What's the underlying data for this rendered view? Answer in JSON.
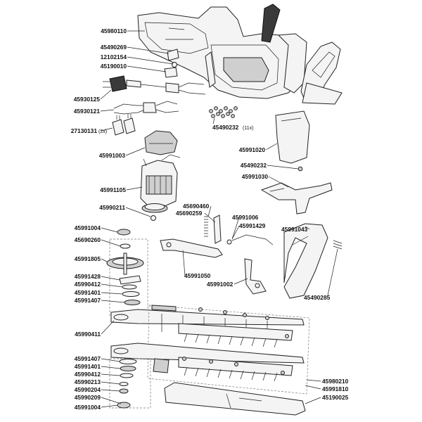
{
  "labels": [
    {
      "key": "p45980110",
      "text": "45980110"
    },
    {
      "key": "p45490269",
      "text": "45490269"
    },
    {
      "key": "p12102154",
      "text": "12102154"
    },
    {
      "key": "p45190010",
      "text": "45190010"
    },
    {
      "key": "p45930125",
      "text": "45930125"
    },
    {
      "key": "p45930121",
      "text": "45930121"
    },
    {
      "key": "p27130131",
      "text": "27130131"
    },
    {
      "key": "p45490232a",
      "text": "45490232"
    },
    {
      "key": "p45991003",
      "text": "45991003"
    },
    {
      "key": "p45991020",
      "text": "45991020"
    },
    {
      "key": "p45490232b",
      "text": "45490232"
    },
    {
      "key": "p45991030",
      "text": "45991030"
    },
    {
      "key": "p45991105",
      "text": "45991105"
    },
    {
      "key": "p45690460",
      "text": "45690460"
    },
    {
      "key": "p45690259",
      "text": "45690259"
    },
    {
      "key": "p45990211",
      "text": "45990211"
    },
    {
      "key": "p45991006",
      "text": "45991006"
    },
    {
      "key": "p45991429",
      "text": "45991429"
    },
    {
      "key": "p45991004a",
      "text": "45991004"
    },
    {
      "key": "p45991043",
      "text": "45991043"
    },
    {
      "key": "p45690260",
      "text": "45690260"
    },
    {
      "key": "p45991805",
      "text": "45991805"
    },
    {
      "key": "p45991050",
      "text": "45991050"
    },
    {
      "key": "p45991428",
      "text": "45991428"
    },
    {
      "key": "p45990412a",
      "text": "45990412"
    },
    {
      "key": "p45991002",
      "text": "45991002"
    },
    {
      "key": "p45991401a",
      "text": "45991401"
    },
    {
      "key": "p45991407a",
      "text": "45991407"
    },
    {
      "key": "p45490285",
      "text": "45490285"
    },
    {
      "key": "p45990411",
      "text": "45990411"
    },
    {
      "key": "p45991407b",
      "text": "45991407"
    },
    {
      "key": "p45991401b",
      "text": "45991401"
    },
    {
      "key": "p45990412b",
      "text": "45990412"
    },
    {
      "key": "p45990213",
      "text": "45990213"
    },
    {
      "key": "p45990204",
      "text": "45990204"
    },
    {
      "key": "p45990209",
      "text": "45990209"
    },
    {
      "key": "p45991004b",
      "text": "45991004"
    },
    {
      "key": "p45980210",
      "text": "45980210"
    },
    {
      "key": "p45991810",
      "text": "45991810"
    },
    {
      "key": "p45190025",
      "text": "45190025"
    }
  ],
  "quantities": {
    "q27130131": "(2x)",
    "q45490232": "(11x)"
  }
}
